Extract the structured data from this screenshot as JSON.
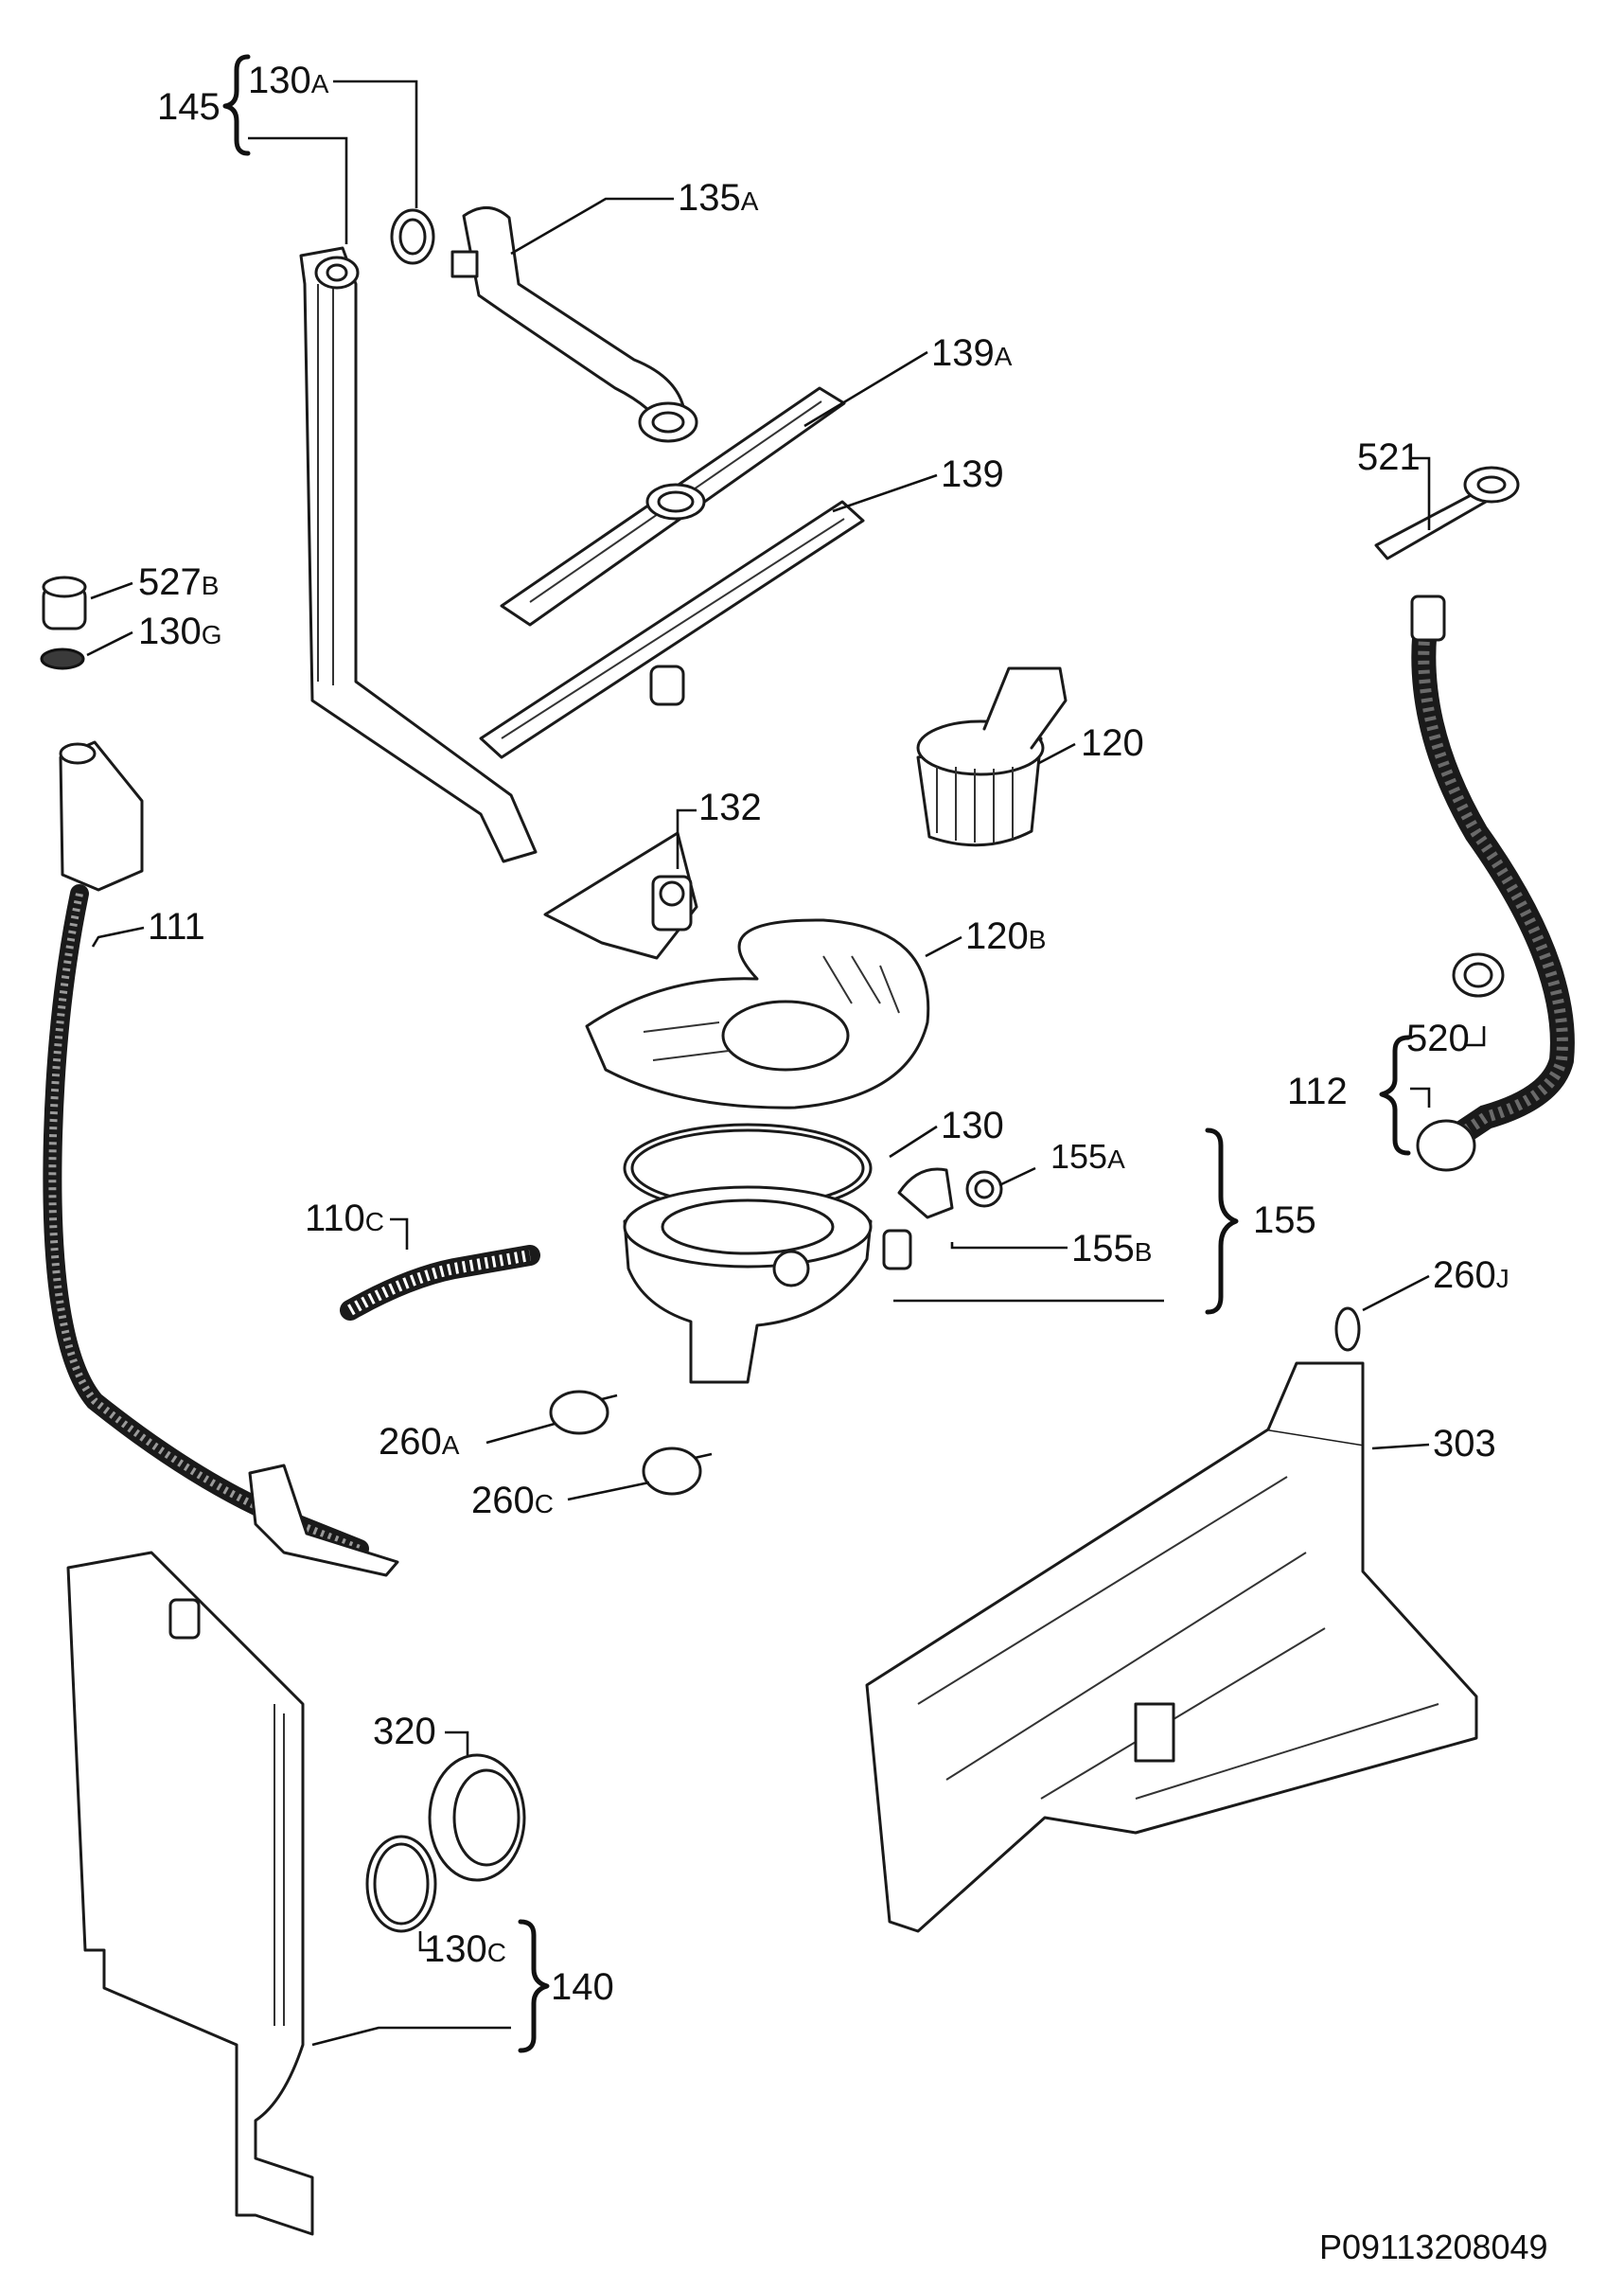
{
  "labels": {
    "l145": "145",
    "l130a": "130",
    "l130a_s": "A",
    "l135a": "135",
    "l135a_s": "A",
    "l139a": "139",
    "l139a_s": "A",
    "l139": "139",
    "l521": "521",
    "l527b": "527",
    "l527b_s": "B",
    "l130g": "130",
    "l130g_s": "G",
    "l120": "120",
    "l132": "132",
    "l111": "111",
    "l120b": "120",
    "l120b_s": "B",
    "l520": "520",
    "l112": "112",
    "l130": "130",
    "l155a": "155",
    "l155a_s": "A",
    "l155": "155",
    "l110c": "110",
    "l110c_s": "C",
    "l155b": "155",
    "l155b_s": "B",
    "l260j": "260",
    "l260j_s": "J",
    "l260a": "260",
    "l260a_s": "A",
    "l303": "303",
    "l260c": "260",
    "l260c_s": "C",
    "l320": "320",
    "l130c": "130",
    "l130c_s": "C",
    "l140": "140"
  },
  "reference_code": "P09113208049"
}
